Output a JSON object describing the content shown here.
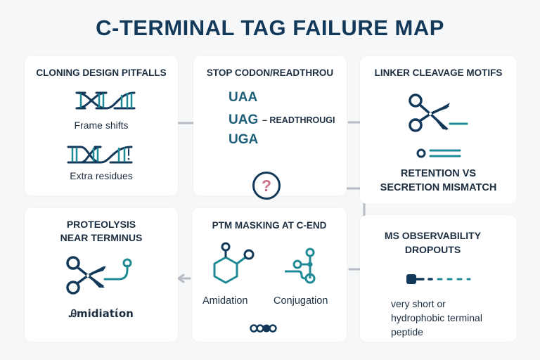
{
  "title": "C-TERMINAL TAG FAILURE MAP",
  "colors": {
    "navy": "#13395a",
    "teal": "#1f8a96",
    "connector": "#b5bcc3",
    "question": "#c7728a"
  },
  "cards": {
    "cloning": {
      "title": "CLONING DESIGN PITFALLS",
      "items": [
        {
          "label": "Frame shifts",
          "icon": "dna-icon"
        },
        {
          "label": "Extra residues",
          "icon": "dna-mutation-icon"
        }
      ]
    },
    "stop_codon": {
      "title": "STOP CODON/READTHROU",
      "codons": [
        "UAA",
        "UAG",
        "UGA"
      ],
      "readthrough_label": "– READTHROUGI",
      "icon": "question-icon",
      "icon_glyph": "?"
    },
    "linker": {
      "title": "LINKER CLEAVAGE MOTIFS",
      "caption_line1": "RETENTION VS",
      "caption_line2": "SECRETION MISMATCH",
      "icon": "scissors-icon"
    },
    "proteolysis": {
      "title_line1": "PROTEOLYSIS",
      "title_line2": "NEAR TERMINUS",
      "caption": "Ꭿmidiatίon",
      "icon": "scissors-icon"
    },
    "ptm": {
      "title": "PTM MASKING AT C-END",
      "items": [
        {
          "label": "Amidation",
          "icon": "hexagon-molecule-icon"
        },
        {
          "label": "Conjugation",
          "icon": "branched-conjugate-icon"
        }
      ],
      "footer_icon": "bead-chain-icon"
    },
    "ms": {
      "title_line1": "MS OBSERVABILITY",
      "title_line2": "DROPOUTS",
      "caption_lines": [
        "very short or",
        "hydrophobic terminal",
        "peptide"
      ],
      "icon": "peptide-dropout-icon"
    }
  }
}
